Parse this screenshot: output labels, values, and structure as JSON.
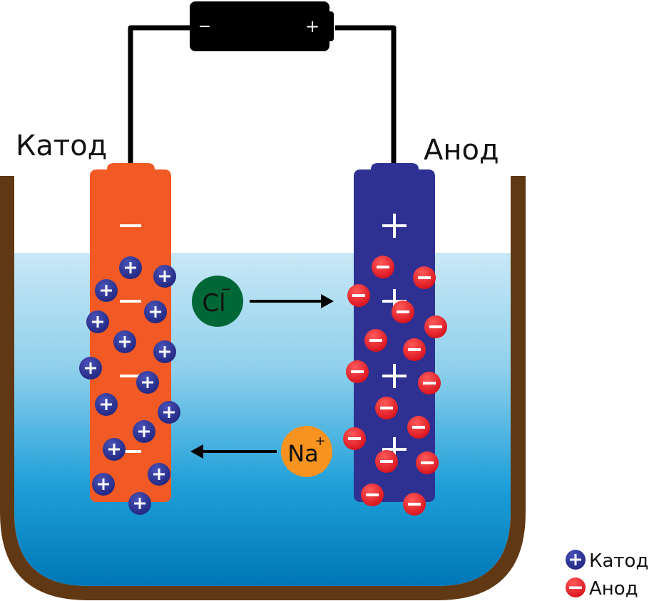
{
  "title": "Electrolysis of NaCl solution",
  "labels": {
    "cathode": "Катод",
    "anode": "Анод"
  },
  "battery": {
    "negative_sign": "−",
    "positive_sign": "+"
  },
  "electrodes": {
    "cathode": {
      "charge_sign": "−",
      "color": "#f15a24"
    },
    "anode": {
      "charge_sign": "+",
      "color": "#2e3192"
    }
  },
  "ions": {
    "chloride": {
      "symbol": "Cl",
      "charge": "−",
      "color": "#006837",
      "direction": "toward anode"
    },
    "sodium": {
      "symbol": "Na",
      "charge": "+",
      "color": "#f7931e",
      "direction": "toward cathode"
    },
    "positive_particle_sign": "+",
    "negative_particle_sign": "−"
  },
  "legend": [
    {
      "sign": "+",
      "label": "Катод",
      "color": "#2e3192"
    },
    {
      "sign": "−",
      "label": "Анод",
      "color": "#ed1c24"
    }
  ],
  "colors": {
    "container": "#603813",
    "wire": "#000000",
    "water_top": "#c5e6f5",
    "water_bottom": "#0078b8"
  }
}
